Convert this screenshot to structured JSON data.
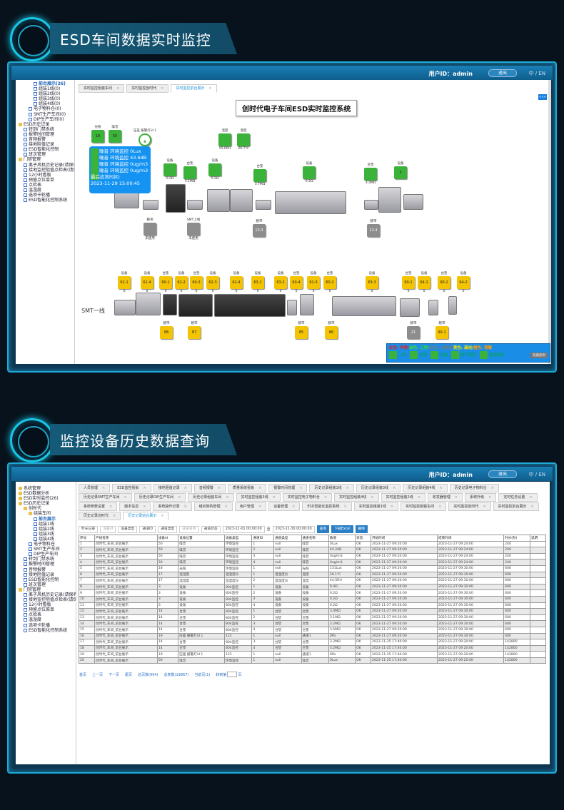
{
  "section1": {
    "heading": "ESD车间数据实时监控"
  },
  "section2": {
    "heading": "监控设备历史数据查询"
  },
  "header": {
    "user_label": "用户ID：admin",
    "logout": "退出",
    "lang": "中 / EN"
  },
  "top": {
    "sidebar": [
      {
        "label": "前台展示(26)",
        "type": "d",
        "indent": 3,
        "active": true
      },
      {
        "label": "组装1线(0)",
        "type": "d",
        "indent": 3
      },
      {
        "label": "组装2线(0)",
        "type": "d",
        "indent": 3
      },
      {
        "label": "组装3线(0)",
        "type": "d",
        "indent": 3
      },
      {
        "label": "组装4线(0)",
        "type": "d",
        "indent": 3
      },
      {
        "label": "电子物料仓(0)",
        "type": "d",
        "indent": 2
      },
      {
        "label": "SMT生产车间(0)",
        "type": "d",
        "indent": 2
      },
      {
        "label": "DIP生产车间(0)",
        "type": "d",
        "indent": 2
      },
      {
        "label": "ESD历史记录",
        "type": "f",
        "indent": 0
      },
      {
        "label": "转到门禁系统",
        "type": "d",
        "indent": 1
      },
      {
        "label": "报警时间管理",
        "type": "d",
        "indent": 1
      },
      {
        "label": "音频报警",
        "type": "d",
        "indent": 1
      },
      {
        "label": "接地阻值记录",
        "type": "d",
        "indent": 1
      },
      {
        "label": "ESD智能化控制",
        "type": "d",
        "indent": 1
      },
      {
        "label": "班次管理",
        "type": "d",
        "indent": 1
      },
      {
        "label": "门禁管理",
        "type": "f",
        "indent": 0
      },
      {
        "label": "离子风机历史记录(请保养)",
        "type": "d",
        "indent": 1
      },
      {
        "label": "接地监控阻值点检表(请保养)",
        "type": "d",
        "indent": 1
      },
      {
        "label": "12小时看板",
        "type": "d",
        "indent": 1
      },
      {
        "label": "预留点位菜单",
        "type": "d",
        "indent": 1
      },
      {
        "label": "点检表",
        "type": "d",
        "indent": 1
      },
      {
        "label": "温湿度",
        "type": "d",
        "indent": 1
      },
      {
        "label": "选项卡轮播",
        "type": "d",
        "indent": 1
      },
      {
        "label": "ESD智能化控制系统",
        "type": "d",
        "indent": 1
      }
    ],
    "tabs": [
      {
        "label": "实时监控组装车间"
      },
      {
        "label": "实时监控创时代"
      },
      {
        "label": "实时监控前台展示",
        "active": true
      }
    ],
    "collapse_button": "<<<",
    "title": "创时代电子车间ESD实时监控系统",
    "devices": [
      {
        "label": "光照",
        "value": "18",
        "status": "g",
        "inside": true
      },
      {
        "label": "噪音",
        "value": "50",
        "status": "g",
        "inside": true
      },
      {
        "label": "压差 报警灯id 1",
        "value": "",
        "status": "g",
        "circle": true
      },
      {
        "label": "温度",
        "value": "55.0RH",
        "status": "g"
      },
      {
        "label": "温度",
        "value": "26.7℃",
        "status": "g"
      },
      {
        "label": "设备",
        "value": "0.2Ω",
        "status": "g"
      },
      {
        "label": "台垫",
        "value": "3.1MΩ",
        "status": "g"
      },
      {
        "label": "设备",
        "value": "0.2Ω",
        "status": "g"
      },
      {
        "label": "台垫",
        "value": "3.7MΩ",
        "status": "g"
      },
      {
        "label": "设备",
        "value": "0.2Ω",
        "status": "g"
      },
      {
        "label": "台垫",
        "value": "3.3MΩ",
        "status": "g"
      },
      {
        "label": "设备",
        "value": "3",
        "status": "g",
        "inside": true
      },
      {
        "label": "腕带",
        "value": "未使用",
        "status": "gr"
      },
      {
        "label": "SMT上线",
        "value": "未使用",
        "status": "gr"
      },
      {
        "label": "腕带",
        "value": "13.3",
        "status": "gr",
        "inside": true
      },
      {
        "label": "腕带",
        "value": "13.4",
        "status": "gr",
        "inside": true
      }
    ],
    "tooltip": {
      "lines": [
        "噪音 环境监控 0Lux",
        "噪音 环境监控 43.6dB",
        "噪音 环境监控 0ug/m3",
        "噪音 环境监控 0ug/m3"
      ],
      "last_label": "最后应答时间:",
      "last_time": "2023-11-29 15:00:45"
    },
    "line_label": "SMT一线",
    "line_devices": [
      {
        "label": "设备",
        "code": "62-1",
        "value": "0"
      },
      {
        "label": "设备",
        "code": "61-4",
        "value": "0"
      },
      {
        "label": "台垫",
        "code": "60-1",
        "value": "0"
      },
      {
        "label": "设备",
        "code": "62-2",
        "value": "0"
      },
      {
        "label": "台垫",
        "code": "60-3",
        "value": "0"
      },
      {
        "label": "设备",
        "code": "62-3",
        "value": "0"
      },
      {
        "label": "设备",
        "code": "62-4",
        "value": "0"
      },
      {
        "label": "设备",
        "code": "63-1",
        "value": "0"
      },
      {
        "label": "设备",
        "code": "63-2",
        "value": "0"
      },
      {
        "label": "台垫",
        "code": "60-4",
        "value": "0"
      },
      {
        "label": "设备",
        "code": "61-3",
        "value": "0"
      },
      {
        "label": "台垫",
        "code": "60-2",
        "value": "0"
      },
      {
        "label": "设备",
        "code": "63-3",
        "value": "0"
      },
      {
        "label": "台垫",
        "code": "90-1",
        "value": "0"
      },
      {
        "label": "设备",
        "code": "64-1",
        "value": "0"
      },
      {
        "label": "台垫",
        "code": "90-2",
        "value": "0"
      },
      {
        "label": "设备",
        "code": "64-2",
        "value": "0"
      }
    ],
    "wristbands": [
      {
        "label": "腕带",
        "value": "88",
        "status": "y"
      },
      {
        "label": "腕带",
        "value": "87",
        "status": "y"
      },
      {
        "label": "腕带",
        "value": "85",
        "status": "y"
      },
      {
        "label": "腕带",
        "value": "86",
        "status": "y"
      },
      {
        "label": "腕带",
        "value": "21",
        "status": "gr"
      },
      {
        "label": "腕带",
        "value": "90-1",
        "status": "y"
      }
    ],
    "legend": {
      "colors": [
        {
          "text": "红色: 异常/",
          "color": "#e02020"
        },
        {
          "text": "绿色: 正常/",
          "color": "#39d93a"
        },
        {
          "text": "灰色: 未使用/",
          "color": "#7a7a7a"
        },
        {
          "text": "黄色: 离线/",
          "color": "#f5e000"
        },
        {
          "text": "橙色: 预警",
          "color": "#ff9a00"
        }
      ],
      "icons": [
        {
          "label": "人体",
          "icon": "person-icon"
        },
        {
          "label": "台垫",
          "icon": "mat-icon"
        },
        {
          "label": "设备",
          "icon": "gear-icon"
        },
        {
          "label": "离子风机",
          "icon": "fan-icon"
        },
        {
          "label": "温湿度仪",
          "icon": "thermometer-icon"
        }
      ],
      "hide_button": "隐藏图例"
    }
  },
  "bottom": {
    "sidebar": [
      {
        "label": "系统管理",
        "type": "f",
        "indent": 0
      },
      {
        "label": "ESD数据分析",
        "type": "f",
        "indent": 0
      },
      {
        "label": "ESD实时监控(26)",
        "type": "f",
        "indent": 0
      },
      {
        "label": "ESD历史记录",
        "type": "f",
        "indent": 0
      },
      {
        "label": "创时代",
        "type": "f",
        "indent": 1
      },
      {
        "label": "组装车间",
        "type": "f",
        "indent": 2
      },
      {
        "label": "前台展示",
        "type": "d",
        "indent": 3,
        "active": true
      },
      {
        "label": "组装1线",
        "type": "d",
        "indent": 3
      },
      {
        "label": "组装2线",
        "type": "d",
        "indent": 3
      },
      {
        "label": "组装3线",
        "type": "d",
        "indent": 3
      },
      {
        "label": "组装4线",
        "type": "d",
        "indent": 3
      },
      {
        "label": "电子物料仓",
        "type": "d",
        "indent": 2
      },
      {
        "label": "SMT生产车间",
        "type": "d",
        "indent": 2
      },
      {
        "label": "DIP生产车间",
        "type": "d",
        "indent": 2
      },
      {
        "label": "转到门禁系统",
        "type": "d",
        "indent": 1
      },
      {
        "label": "报警时间管理",
        "type": "d",
        "indent": 1
      },
      {
        "label": "音频报警",
        "type": "d",
        "indent": 1
      },
      {
        "label": "接地阻值记录",
        "type": "d",
        "indent": 1
      },
      {
        "label": "ESD智能化控制",
        "type": "d",
        "indent": 1
      },
      {
        "label": "班次管理",
        "type": "d",
        "indent": 1
      },
      {
        "label": "门禁管理",
        "type": "f",
        "indent": 0
      },
      {
        "label": "离子风机历史记录(请保养)",
        "type": "d",
        "indent": 1
      },
      {
        "label": "接地监控阻值点检表(请保养)",
        "type": "d",
        "indent": 1
      },
      {
        "label": "12小时看板",
        "type": "d",
        "indent": 1
      },
      {
        "label": "预留点位菜单",
        "type": "d",
        "indent": 1
      },
      {
        "label": "点检表",
        "type": "d",
        "indent": 1
      },
      {
        "label": "温湿度",
        "type": "d",
        "indent": 1
      },
      {
        "label": "选项卡轮播",
        "type": "d",
        "indent": 1
      },
      {
        "label": "ESD智能化控制系统",
        "type": "d",
        "indent": 1
      }
    ],
    "tab_rows": [
      [
        "人员管理",
        "ESD监控看板",
        "接地阻值记录",
        "音频报警",
        "质量系统看板",
        "报警时间管理",
        "历史记录组装1线",
        "历史记录组装3线",
        "历史记录组装4线",
        "历史记录电子物料仓"
      ],
      [
        "历史记录SMT生产车间",
        "历史记录DIP生产车间",
        "历史记录组装车间",
        "实时监控组装3线",
        "实时监控电子物料仓",
        "实时监控组装4线",
        "实时监控组装2线",
        "收发器管理",
        "系统升级",
        "定时任务设置"
      ],
      [
        "系统参数设置",
        "版本信息",
        "系统操作记录",
        "组织架构管理",
        "用户管理",
        "设备管理",
        "ESD智能化监控系统",
        "实时监控组装1线",
        "实时监控组装车间",
        "实时监控创时代",
        "实时监控前台展示"
      ],
      [
        "历史记录创时代",
        "历史记录前台展示"
      ]
    ],
    "active_tab": "历史记录前台展示",
    "filters": {
      "duration": "时长记录",
      "device_id_ph": "设备id",
      "device_type": "设备类型",
      "channel_id": "通道ID",
      "channel_type": "通道类型",
      "channel_name_ph": "通道名称",
      "channel_status": "通道状态",
      "start": "2023-11-01 00:00:00",
      "to": "至",
      "end": "2023-11-30 00:00:00",
      "query": "查询",
      "excel": "下载Excel",
      "delete": "删除"
    },
    "columns": [
      "序号",
      "产线名称",
      "设备id",
      "设备位置",
      "设备类型",
      "通道ID",
      "通道类型",
      "通道名称",
      "数值",
      "状态",
      "开始时间",
      "结束时间",
      "时长(秒)",
      "说明"
    ],
    "rows": [
      [
        "1",
        "创时代_车间_前台展示",
        "50",
        "噪音",
        "环境监控",
        "1",
        "null",
        "噪音",
        "0Lux",
        "OK",
        "2023-11-27 09:20:00",
        "2023-11-27 09:24:00",
        "240",
        ""
      ],
      [
        "2",
        "创时代_车间_前台展示",
        "50",
        "噪音",
        "环境监控",
        "2",
        "null",
        "噪音",
        "44.2dB",
        "OK",
        "2023-11-27 09:20:00",
        "2023-11-27 09:24:00",
        "240",
        ""
      ],
      [
        "3",
        "创时代_车间_前台展示",
        "50",
        "噪音",
        "环境监控",
        "3",
        "null",
        "噪音",
        "0ug/m3",
        "OK",
        "2023-11-27 09:20:00",
        "2023-11-27 09:24:00",
        "240",
        ""
      ],
      [
        "4",
        "创时代_车间_前台展示",
        "50",
        "噪音",
        "环境监控",
        "4",
        "null",
        "噪音",
        "0ug/m3",
        "OK",
        "2023-11-27 09:20:00",
        "2023-11-27 09:24:00",
        "240",
        ""
      ],
      [
        "5",
        "创时代_车间_前台展示",
        "18",
        "光照",
        "环境监控",
        "1",
        "null",
        "光照",
        "131Lux",
        "OK",
        "2023-11-27 09:20:00",
        "2023-11-27 09:30:00",
        "600",
        ""
      ],
      [
        "6",
        "创时代_车间_前台展示",
        "17",
        "温湿度",
        "温湿度仪",
        "1",
        "温湿度仪",
        "温度",
        "26.1℃",
        "OK",
        "2023-11-27 09:20:00",
        "2023-11-27 09:30:00",
        "600",
        ""
      ],
      [
        "7",
        "创时代_车间_前台展示",
        "17",
        "温湿度",
        "温湿度仪",
        "2",
        "温湿度仪",
        "湿度",
        "44.5RH",
        "OK",
        "2023-11-27 09:20:00",
        "2023-11-27 09:30:00",
        "600",
        ""
      ],
      [
        "8",
        "创时代_车间_前台展示",
        "3",
        "设备",
        "804监控",
        "1",
        "设备",
        "设备",
        "0.4Ω",
        "OK",
        "2023-11-27 09:20:00",
        "2023-11-27 09:30:00",
        "600",
        ""
      ],
      [
        "9",
        "创时代_车间_前台展示",
        "3",
        "设备",
        "804监控",
        "2",
        "设备",
        "设备",
        "0.2Ω",
        "OK",
        "2023-11-27 09:20:00",
        "2023-11-27 09:30:00",
        "600",
        ""
      ],
      [
        "10",
        "创时代_车间_前台展示",
        "3",
        "设备",
        "804监控",
        "3",
        "设备",
        "设备",
        "0.2Ω",
        "OK",
        "2023-11-27 09:20:00",
        "2023-11-27 09:30:00",
        "600",
        ""
      ],
      [
        "11",
        "创时代_车间_前台展示",
        "3",
        "设备",
        "804监控",
        "4",
        "设备",
        "设备",
        "0.2Ω",
        "OK",
        "2023-11-27 09:20:00",
        "2023-11-27 09:30:00",
        "600",
        ""
      ],
      [
        "12",
        "创时代_车间_前台展示",
        "14",
        "台垫",
        "804监控",
        "1",
        "台垫",
        "台垫",
        "3.4MΩ",
        "OK",
        "2023-11-27 09:20:00",
        "2023-11-27 09:30:00",
        "600",
        ""
      ],
      [
        "13",
        "创时代_车间_前台展示",
        "14",
        "台垫",
        "804监控",
        "2",
        "台垫",
        "台垫",
        "3.1MΩ",
        "OK",
        "2023-11-27 09:20:00",
        "2023-11-27 09:30:00",
        "600",
        ""
      ],
      [
        "14",
        "创时代_车间_前台展示",
        "14",
        "台垫",
        "804监控",
        "3",
        "台垫",
        "台垫",
        "3.2MΩ",
        "OK",
        "2023-11-27 09:20:00",
        "2023-11-27 09:30:00",
        "600",
        ""
      ],
      [
        "15",
        "创时代_车间_前台展示",
        "14",
        "台垫",
        "804监控",
        "4",
        "台垫",
        "台垫",
        "3.5MΩ",
        "OK",
        "2023-11-27 09:20:00",
        "2023-11-27 09:30:00",
        "600",
        ""
      ],
      [
        "16",
        "创时代_车间_前台展示",
        "19",
        "压差 报警灯id 1",
        "122",
        "1",
        "null",
        "通道1",
        "0Pa",
        "OK",
        "2023-11-27 09:20:00",
        "2023-11-27 09:30:00",
        "600",
        ""
      ],
      [
        "17",
        "创时代_车间_前台展示",
        "14",
        "台垫",
        "804监控",
        "3",
        "台垫",
        "台垫",
        "3.2MΩ",
        "OK",
        "2023-11-25 17:40:00",
        "2023-11-27 09:20:00",
        "142800",
        ""
      ],
      [
        "18",
        "创时代_车间_前台展示",
        "14",
        "台垫",
        "804监控",
        "4",
        "台垫",
        "台垫",
        "3.2MΩ",
        "OK",
        "2023-11-25 17:40:00",
        "2023-11-27 09:20:00",
        "142800",
        ""
      ],
      [
        "19",
        "创时代_车间_前台展示",
        "19",
        "压差 报警灯id 1",
        "122",
        "1",
        "null",
        "通道1",
        "0Pa",
        "OK",
        "2023-11-25 17:40:00",
        "2023-11-27 09:20:00",
        "142800",
        ""
      ],
      [
        "20",
        "创时代_车间_前台展示",
        "50",
        "噪音",
        "环境监控",
        "1",
        "null",
        "噪音",
        "0Lux",
        "OK",
        "2023-11-25 17:40:00",
        "2023-11-27 09:20:00",
        "142800",
        ""
      ]
    ],
    "pager": {
      "first": "首页",
      "prev": "上一页",
      "next": "下一页",
      "last": "尾页",
      "total_pages": "总页数(994)",
      "total_rows": "总条数(19867)",
      "current": "当前页(1)",
      "goto": "转到第",
      "page": "页"
    }
  }
}
